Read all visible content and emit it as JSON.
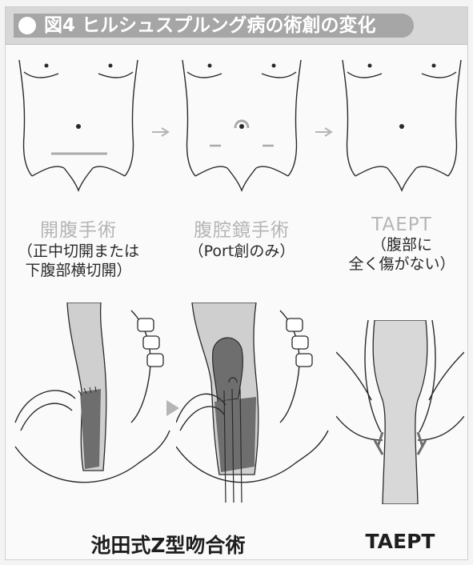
{
  "header": {
    "title": "図4 ヒルシュスプルング病の術創の変化"
  },
  "top_panels": [
    {
      "title": "開腹手術",
      "sub_line1": "（正中切開または",
      "sub_line2": "下腹部横切開）"
    },
    {
      "title": "腹腔鏡手術",
      "sub_line1": "（Port創のみ）",
      "sub_line2": ""
    },
    {
      "title": "TAEPT",
      "sub_line1": "（腹部に",
      "sub_line2": "全く傷がない）"
    }
  ],
  "bottom_labels": {
    "left": "池田式Z型吻合術",
    "right": "TAEPT"
  },
  "colors": {
    "header_bg": "#a6a6a6",
    "tissue": "#cfcfcf",
    "dark": "#6e6e6e",
    "line": "#2a2a2a"
  }
}
